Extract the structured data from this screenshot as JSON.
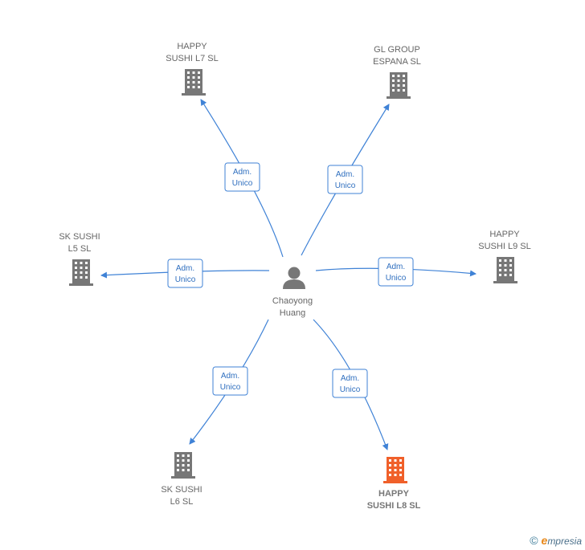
{
  "diagram": {
    "center": {
      "name_line1": "Chaoyong",
      "name_line2": "Huang",
      "icon": "person-icon"
    },
    "edge_label": {
      "line1": "Adm.",
      "line2": "Unico"
    },
    "companies": [
      {
        "id": "happy-sushi-l7",
        "line1": "HAPPY",
        "line2": "SUSHI L7  SL",
        "highlight": false
      },
      {
        "id": "gl-group-espana",
        "line1": "GL GROUP",
        "line2": "ESPANA  SL",
        "highlight": false
      },
      {
        "id": "sk-sushi-l5",
        "line1": "SK SUSHI",
        "line2": "L5  SL",
        "highlight": false
      },
      {
        "id": "happy-sushi-l9",
        "line1": "HAPPY",
        "line2": "SUSHI L9  SL",
        "highlight": false
      },
      {
        "id": "sk-sushi-l6",
        "line1": "SK SUSHI",
        "line2": "L6  SL",
        "highlight": false
      },
      {
        "id": "happy-sushi-l8",
        "line1": "HAPPY",
        "line2": "SUSHI L8  SL",
        "highlight": true
      }
    ],
    "colors": {
      "edge": "#3f82d6",
      "building": "#777777",
      "building_highlight": "#f0602a",
      "person": "#777777"
    }
  },
  "footer": {
    "copyright_symbol": "©",
    "brand_initial": "e",
    "brand_rest": "mpresia"
  }
}
